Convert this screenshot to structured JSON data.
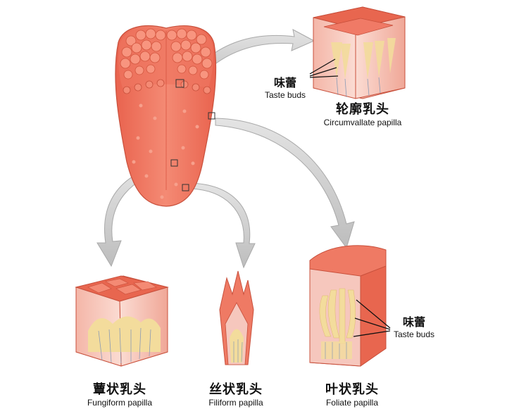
{
  "labels": {
    "circumvallate": {
      "zh": "轮廓乳头",
      "en": "Circumvallate papilla"
    },
    "fungiform": {
      "zh": "蕈状乳头",
      "en": "Fungiform papilla"
    },
    "filiform": {
      "zh": "丝状乳头",
      "en": "Filiform papilla"
    },
    "foliate": {
      "zh": "叶状乳头",
      "en": "Foliate papilla"
    },
    "taste_buds_top": {
      "zh": "味蕾",
      "en": "Taste buds"
    },
    "taste_buds_right": {
      "zh": "味蕾",
      "en": "Taste buds"
    }
  },
  "colors": {
    "tongue": "#f07a66",
    "tongue_dark": "#d9543f",
    "tissue_pink": "#f6c7bd",
    "bud_yellow": "#f3dc9c",
    "arrow": "#c9c9c9"
  }
}
